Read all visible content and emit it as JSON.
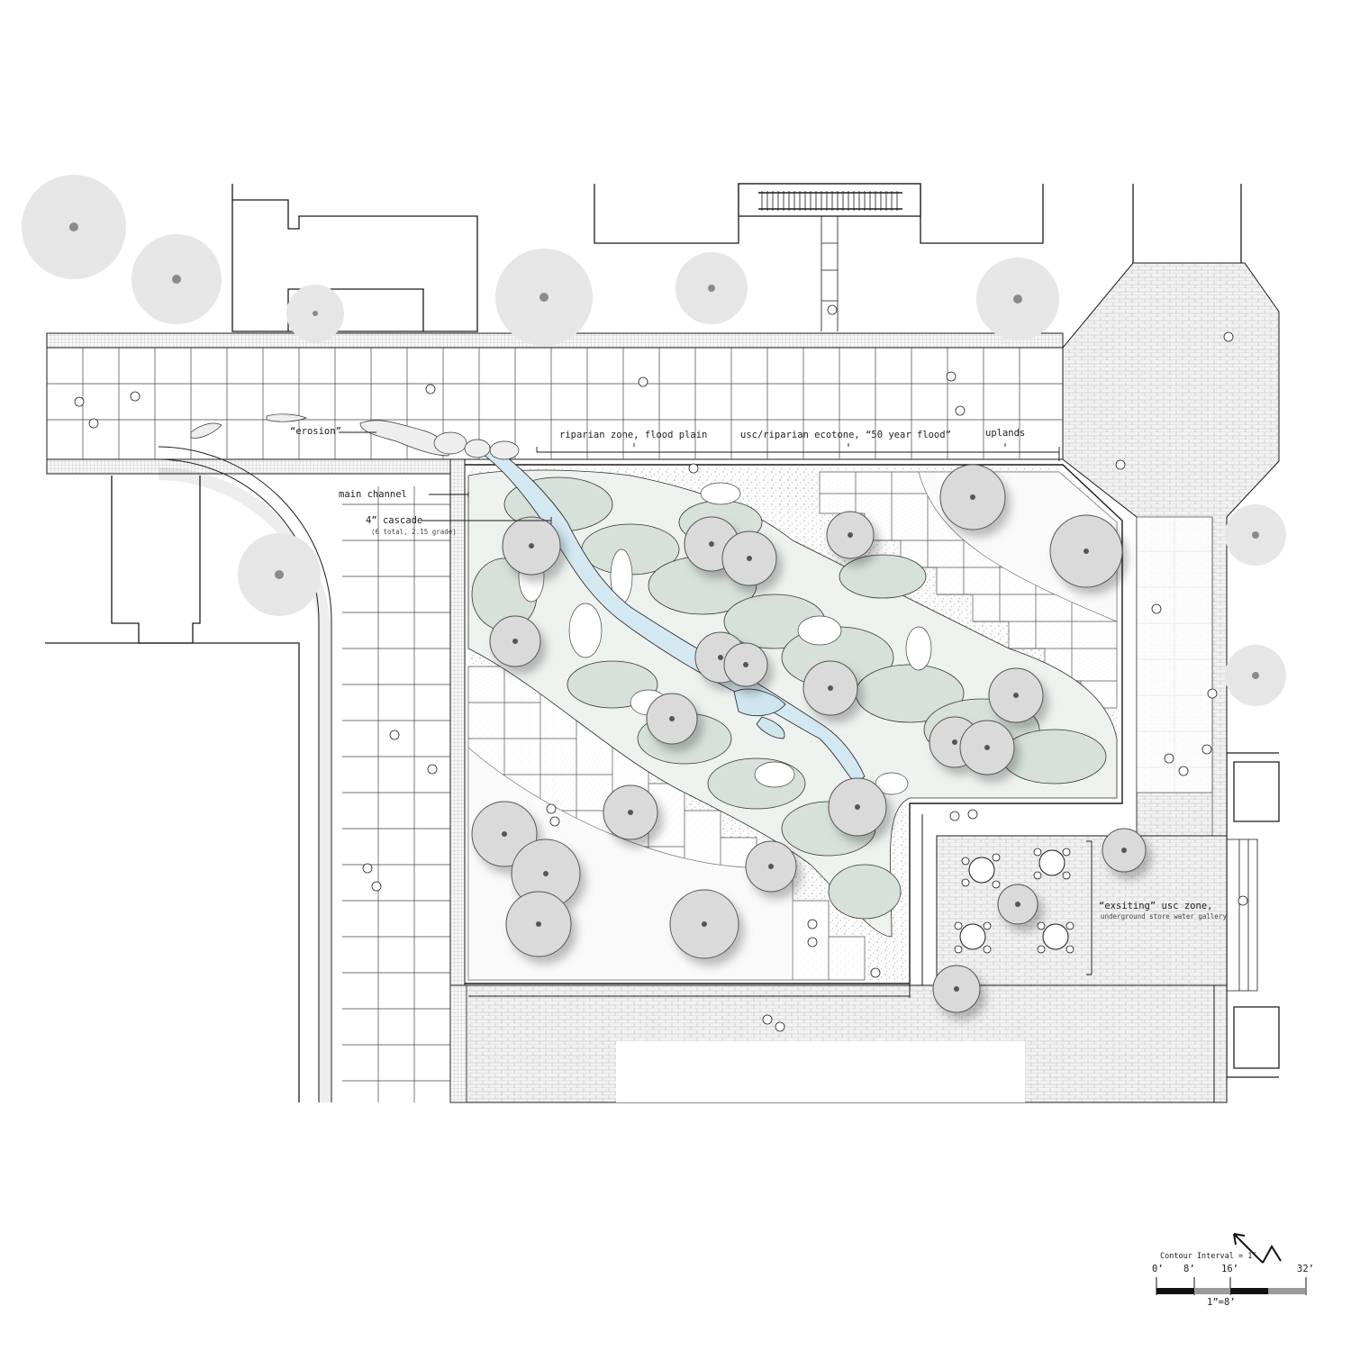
{
  "plan": {
    "zone_labels": {
      "riparian": "riparian zone, flood plain",
      "ecotone": "usc/riparian ecotone, “50 year flood”",
      "uplands": "uplands"
    },
    "callouts": {
      "erosion": "“erosion”",
      "main_channel": "main channel",
      "cascade": "4” cascade",
      "cascade_note": "(6 total, 2.15 grade)",
      "usc_zone": "“exsiting” usc zone,",
      "usc_zone_note": "underground store water gallery"
    },
    "legend": {
      "contour": "Contour Interval = 1’",
      "ticks": [
        "0’",
        "8’",
        "16’",
        "32’"
      ],
      "scale": "1”=8’"
    }
  },
  "colors": {
    "line": "#1a1a1a",
    "paving": "#f4f4f4",
    "tree_canopy": "#e6e6e6",
    "vegetation": "#d9e2dc",
    "water": "#cfe6ef",
    "scale_dark": "#111111",
    "scale_grey": "#9a9a9a"
  }
}
